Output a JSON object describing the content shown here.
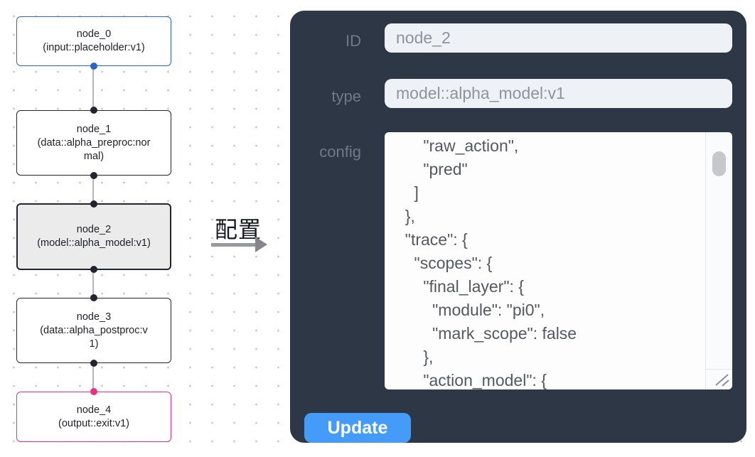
{
  "canvas": {
    "nodes": [
      {
        "title": "node_0",
        "subtitle": "(input::placeholder:v1)",
        "role": "input"
      },
      {
        "title": "node_1",
        "subtitle": "(data::alpha_preproc:normal)",
        "role": "processor"
      },
      {
        "title": "node_2",
        "subtitle": "(model::alpha_model:v1)",
        "role": "model",
        "selected": true
      },
      {
        "title": "node_3",
        "subtitle": "(data::alpha_postproc:v1)",
        "role": "processor"
      },
      {
        "title": "node_4",
        "subtitle": "(output::exit:v1)",
        "role": "output"
      }
    ]
  },
  "annotation": {
    "label": "配置"
  },
  "panel": {
    "id_label": "ID",
    "id_value": "node_2",
    "type_label": "type",
    "type_value": "model::alpha_model:v1",
    "config_label": "config",
    "config_text": "      \"raw_action\",\n      \"pred\"\n    ]\n  },\n  \"trace\": {\n    \"scopes\": {\n      \"final_layer\": {\n        \"module\": \"pi0\",\n        \"mark_scope\": false\n      },\n      \"action_model\": {",
    "update_label": "Update"
  },
  "colors": {
    "panel_bg": "#2d3745",
    "accent_blue": "#459bf8",
    "input_node_border": "#2b63cc",
    "output_node_border": "#ec2c85",
    "default_node_border": "#22252f",
    "selected_node_bg": "#ebebeb",
    "input_field_bg": "#eef1f5"
  }
}
